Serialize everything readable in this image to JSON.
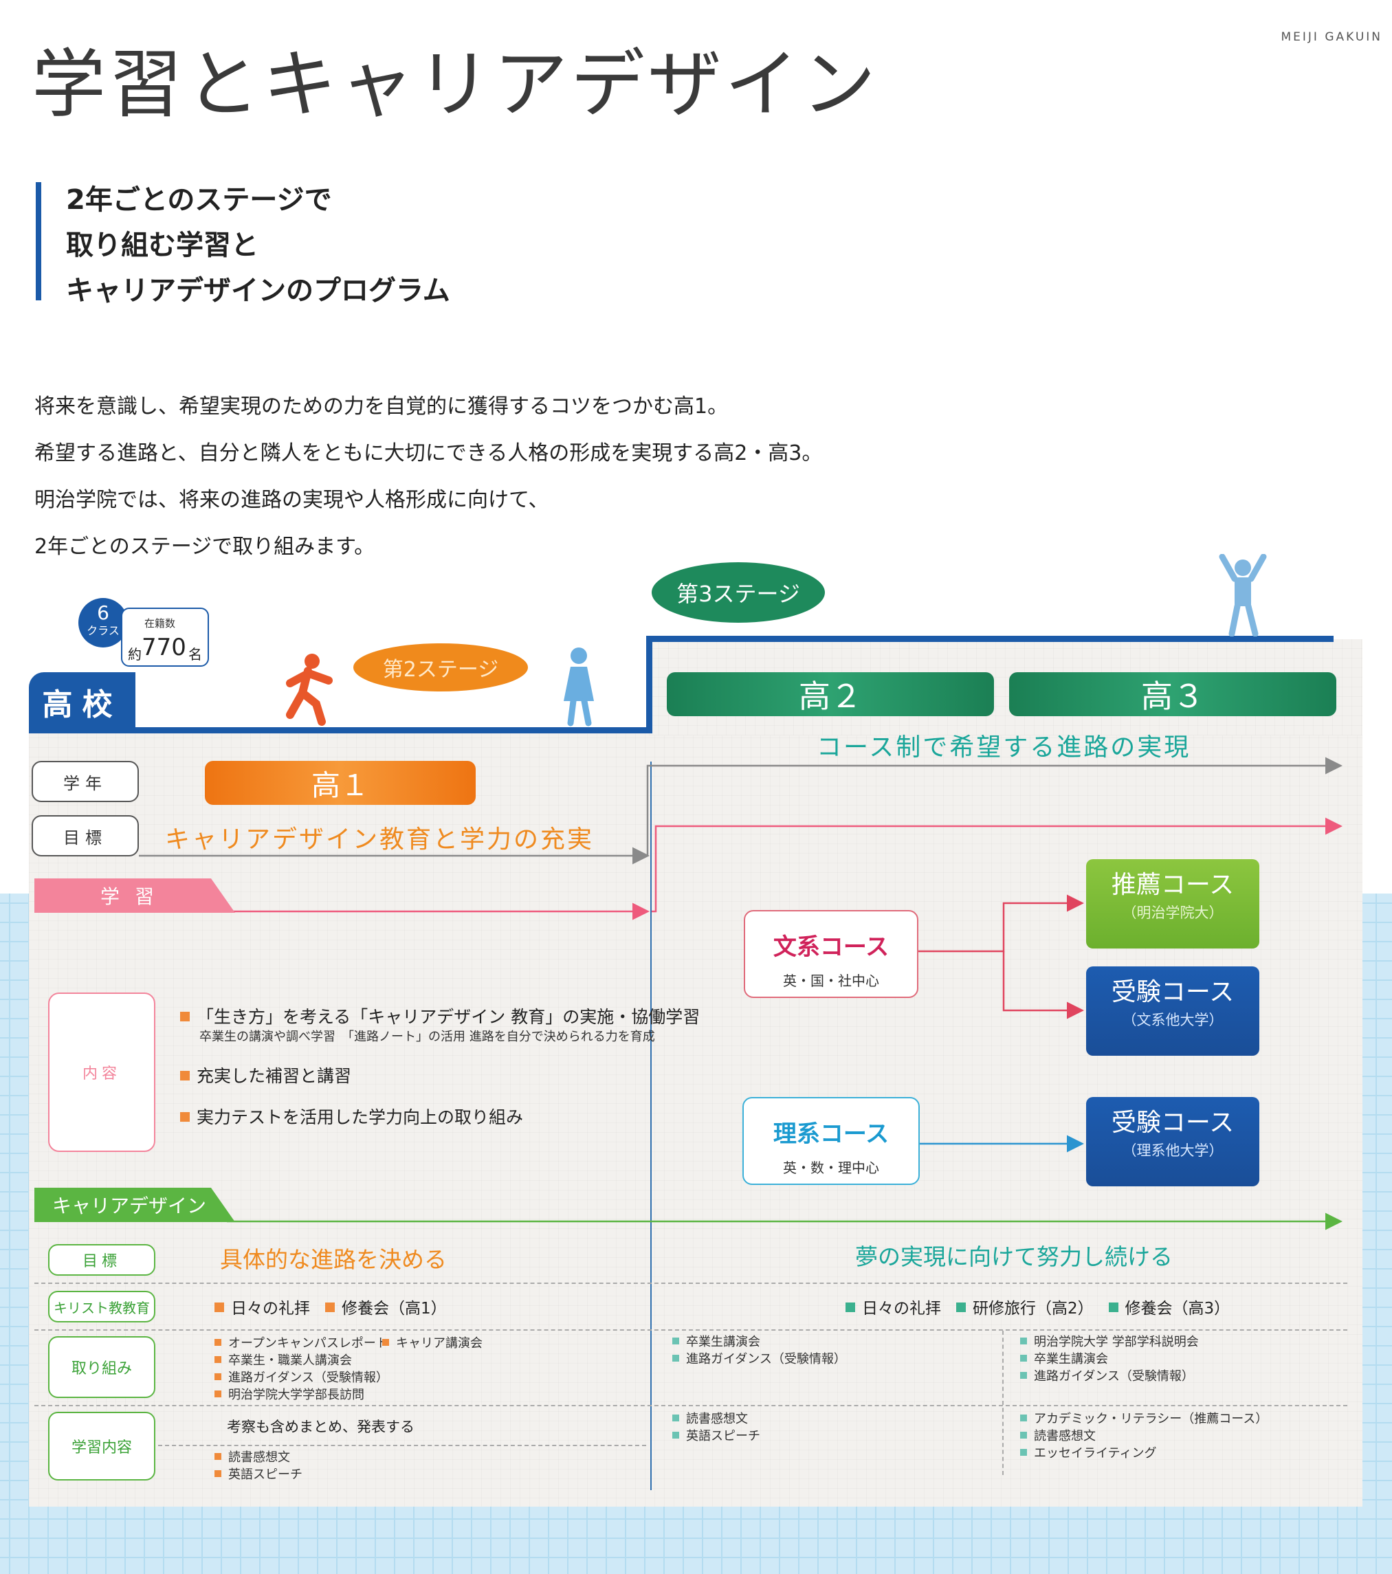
{
  "header": {
    "brand": "MEIJI GAKUIN",
    "title": "学習とキャリアデザイン",
    "subtitle_lines": [
      "2年ごとのステージで",
      "取り組む学習と",
      "キャリアデザインのプログラム"
    ],
    "intro_lines": [
      "将来を意識し、希望実現のための力を自覚的に獲得するコツをつかむ高1。",
      "希望する進路と、自分と隣人をともに大切にできる人格の形成を実現する高2・高3。",
      "明治学院では、将来の進路の実現や人格形成に向けて、",
      "2年ごとのステージで取り組みます。"
    ]
  },
  "stages": {
    "school": "高校",
    "classes_num": "6",
    "classes_unit": "クラス",
    "enrollment_label": "在籍数",
    "enrollment_prefix": "約",
    "enrollment_value": "770",
    "enrollment_unit": "名",
    "stage2": "第2ステージ",
    "stage3": "第3ステージ"
  },
  "grades": {
    "g1": "高１",
    "g2": "高２",
    "g3": "高３"
  },
  "rows": {
    "gakunen": "学年",
    "mokuhyo": "目標",
    "goal_stage2": "キャリアデザイン教育と学力の充実",
    "course_system": "コース制で希望する進路の実現"
  },
  "learning": {
    "band": "学習",
    "content_label": "内容",
    "items": [
      "「生き方」を考える「キャリアデザイン 教育」の実施・協働学習",
      "充実した補習と講習",
      "実力テストを活用した学力向上の取り組み"
    ],
    "item1_sub": "卒業生の講演や調べ学習　「進路ノート」の活用  進路を自分で決められる力を育成"
  },
  "courses": {
    "bunkei": {
      "title": "文系コース",
      "sub": "英・国・社中心"
    },
    "rikei": {
      "title": "理系コース",
      "sub": "英・数・理中心"
    },
    "suisen": {
      "title": "推薦コース",
      "sub": "（明治学院大）"
    },
    "juken_bunkei": {
      "title": "受験コース",
      "sub": "（文系他大学）"
    },
    "juken_rikei": {
      "title": "受験コース",
      "sub": "（理系他大学）"
    }
  },
  "career": {
    "band": "キャリアデザイン",
    "labels": {
      "mokuhyo": "目標",
      "kirisuto": "キリスト教教育",
      "torikumi": "取り組み",
      "gakushu": "学習内容"
    },
    "goal_stage2": "具体的な進路を決める",
    "goal_stage3": "夢の実現に向けて努力し続ける",
    "christian_s2": [
      "日々の礼拝",
      "修養会（高1）"
    ],
    "christian_s3": [
      "日々の礼拝",
      "研修旅行（高2）",
      "修養会（高3）"
    ],
    "torikumi_s2_a": [
      "オープンキャンパスレポート",
      "卒業生・職業人講演会",
      "進路ガイダンス（受験情報）",
      "明治学院大学学部長訪問"
    ],
    "torikumi_s2_b": [
      "キャリア講演会"
    ],
    "torikumi_g2": [
      "卒業生講演会",
      "進路ガイダンス（受験情報）"
    ],
    "torikumi_g3": [
      "明治学院大学 学部学科説明会",
      "卒業生講演会",
      "進路ガイダンス（受験情報）"
    ],
    "study_s2_note": "考察も含めまとめ、発表する",
    "study_s2": [
      "読書感想文",
      "英語スピーチ"
    ],
    "study_g2": [
      "読書感想文",
      "英語スピーチ"
    ],
    "study_g3": [
      "アカデミック・リテラシー（推薦コース）",
      "読書感想文",
      "エッセイライティング"
    ]
  },
  "colors": {
    "stage_blue": "#1b5aa8",
    "stage2_orange": "#f08a1c",
    "stage3_green": "#1e8a5c",
    "learning_pink": "#f3849b",
    "career_green": "#5bb542",
    "accent_teal": "#1aa69a"
  }
}
